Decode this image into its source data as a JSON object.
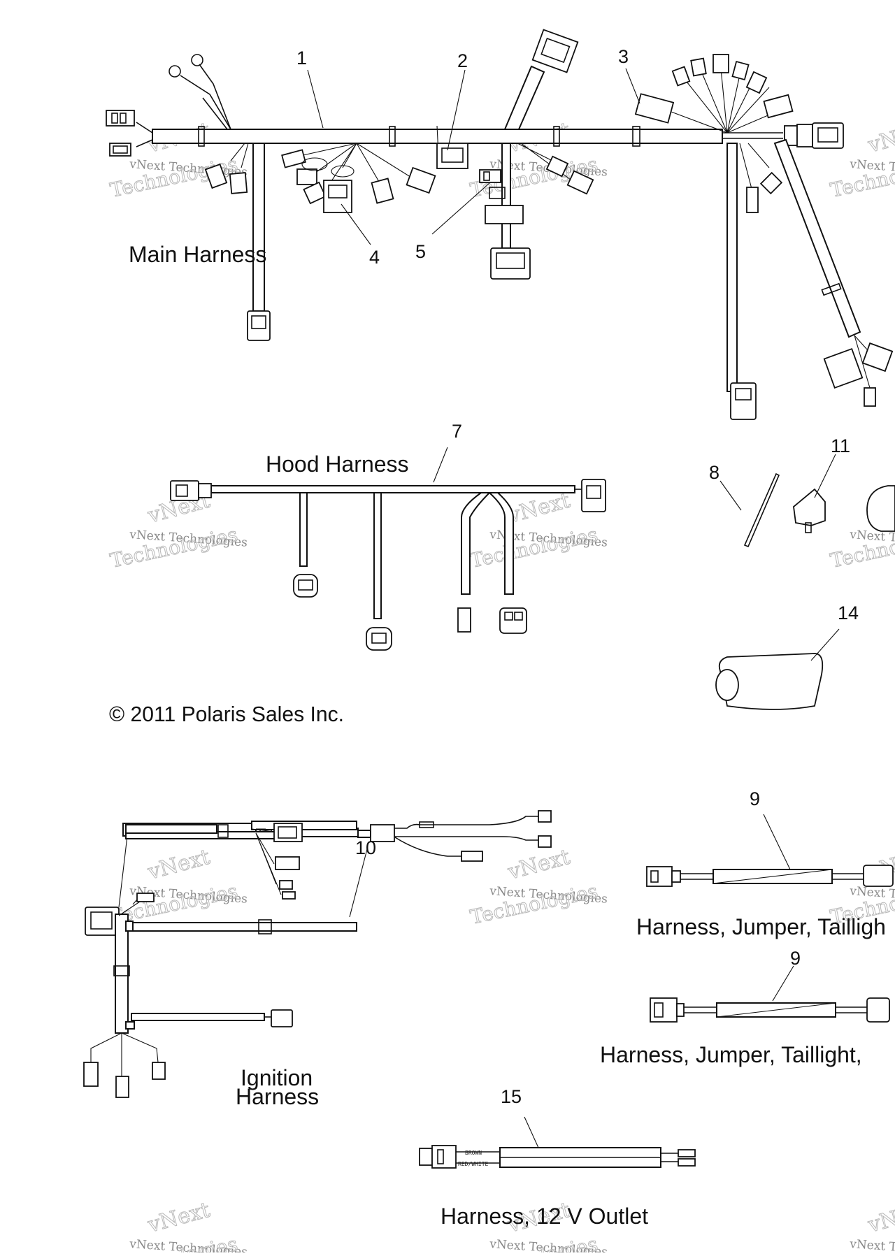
{
  "callouts": {
    "c1": "1",
    "c2": "2",
    "c3": "3",
    "c4": "4",
    "c5": "5",
    "c7": "7",
    "c8": "8",
    "c9a": "9",
    "c9b": "9",
    "c10": "10",
    "c11": "11",
    "c14": "14",
    "c15": "15"
  },
  "titles": {
    "main": "Main Harness",
    "hood": "Hood Harness",
    "ignition_line1": "Ignition",
    "ignition_line2": "Harness",
    "jumper1": "Harness, Jumper, Tailligh",
    "jumper2": "Harness, Jumper, Taillight, ",
    "outlet": "Harness, 12 V Outlet"
  },
  "copyright": "© 2011 Polaris Sales Inc.",
  "wire_labels": {
    "top": "BROWN",
    "bottom": "RED/WHITE"
  },
  "watermark": {
    "line1": "vNext Technologies",
    "line2": "vNext",
    "line3": "Technologies"
  }
}
